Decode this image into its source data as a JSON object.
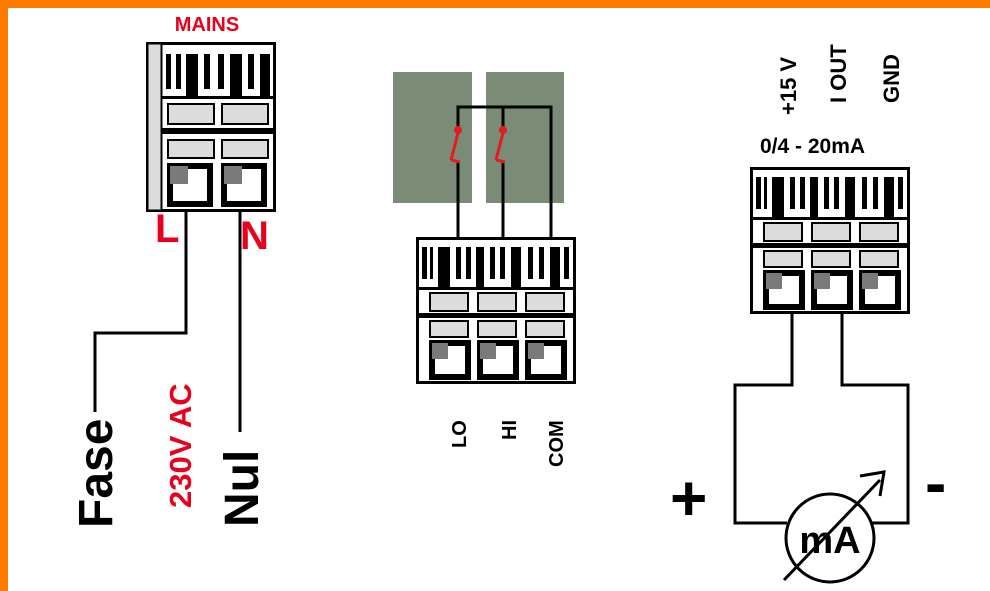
{
  "colors": {
    "frame": "#ff7a00",
    "red_label": "#e8001c",
    "relay_green": "#7a8c75",
    "switch_red": "#e31b23",
    "ink": "#000000"
  },
  "mains": {
    "title": "MAINS",
    "terminal_l": "L",
    "terminal_n": "N",
    "wire_fase": "Fase",
    "voltage": "230V AC",
    "wire_nul": "Nul"
  },
  "relay": {
    "out_lo": "LO",
    "out_hi": "HI",
    "out_com": "COM"
  },
  "analog": {
    "pin_15v": "+15 V",
    "pin_iout": "I OUT",
    "pin_gnd": "GND",
    "range": "0/4 - 20mA",
    "meter": "mA",
    "plus": "+",
    "minus": "-"
  }
}
